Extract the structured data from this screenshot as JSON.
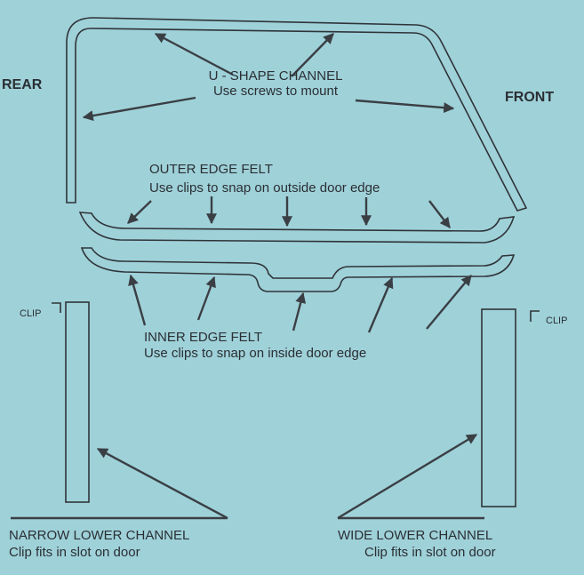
{
  "labels": {
    "rear": "REAR",
    "front": "FRONT",
    "u_channel_title": "U - SHAPE CHANNEL",
    "u_channel_note": "Use screws to mount",
    "outer_felt_title": "OUTER EDGE FELT",
    "outer_felt_note": "Use clips to snap on outside door edge",
    "inner_felt_title": "INNER EDGE FELT",
    "inner_felt_note": "Use clips to snap on inside door edge",
    "narrow_title": "NARROW LOWER CHANNEL",
    "narrow_note": "Clip fits in slot on door",
    "wide_title": "WIDE LOWER CHANNEL",
    "wide_note": "Clip fits in slot on door",
    "clip_left": "CLIP",
    "clip_right": "CLIP"
  },
  "colors": {
    "background": "#9fd1d9",
    "ink": "#2f3438"
  }
}
